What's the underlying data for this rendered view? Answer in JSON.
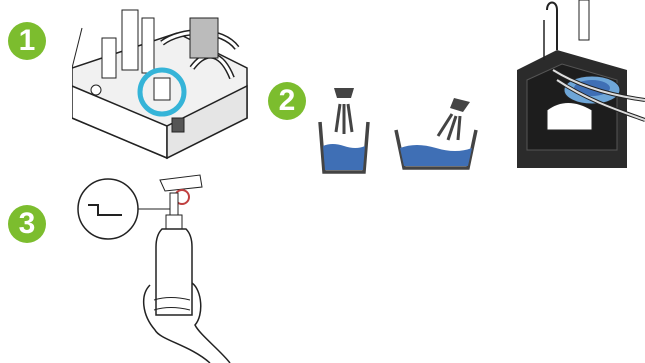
{
  "steps": [
    {
      "number": "1"
    },
    {
      "number": "2"
    },
    {
      "number": "3"
    }
  ],
  "colors": {
    "badge": "#7cbd2e",
    "highlight": "#35b4d8",
    "water": "#3f6fb5",
    "line": "#222222"
  },
  "icons": {
    "step1": "machine-valve-closeup-icon",
    "step2a": "spray-into-glass-icon",
    "step2b": "spray-into-bowl-icon",
    "step2c": "nozzle-into-drip-tray-icon",
    "step3": "hand-holding-bottle-icon"
  }
}
